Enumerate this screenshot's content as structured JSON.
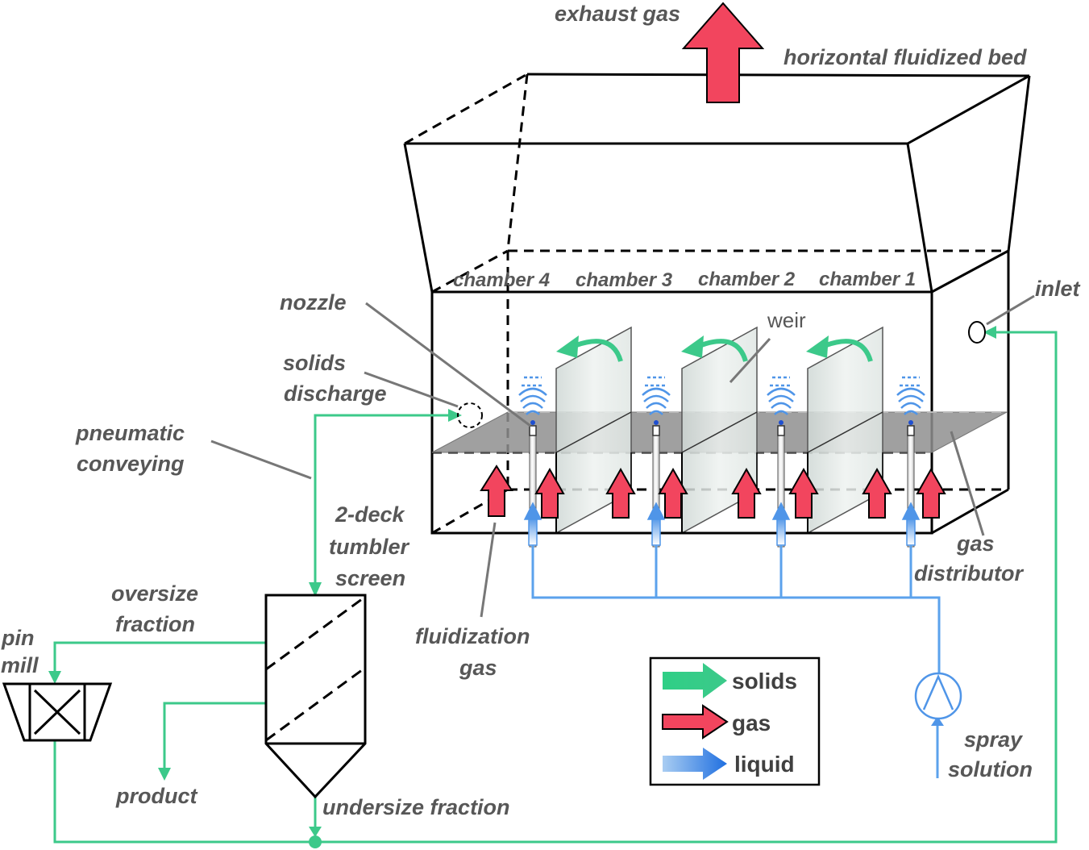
{
  "labels": {
    "exhaust_gas": "exhaust gas",
    "horizontal_fluidized_bed": "horizontal fluidized bed",
    "chamber_4": "chamber 4",
    "chamber_3": "chamber 3",
    "chamber_2": "chamber 2",
    "chamber_1": "chamber 1",
    "nozzle": "nozzle",
    "solids": "solids",
    "discharge": "discharge",
    "pneumatic": "pneumatic",
    "conveying": "conveying",
    "deck_2": "2-deck",
    "tumbler": "tumbler",
    "screen": "screen",
    "oversize": "oversize",
    "fraction": "fraction",
    "pin": "pin",
    "mill": "mill",
    "product": "product",
    "undersize_fraction": "undersize fraction",
    "fluidization": "fluidization",
    "gas_word": "gas",
    "weir": "weir",
    "inlet": "inlet",
    "gas_dist_1": "gas",
    "gas_dist_2": "distributor",
    "spray": "spray",
    "solution": "solution"
  },
  "legend": {
    "solids": "solids",
    "gas": "gas",
    "liquid": "liquid"
  },
  "colors": {
    "solids": "#3cc98a",
    "gas": "#f2455e",
    "liquid": "#4f95e8",
    "label": "#575757",
    "leader": "#777777",
    "distributor": "#8f8f8f",
    "weir_fill": "#e2e8e6"
  }
}
